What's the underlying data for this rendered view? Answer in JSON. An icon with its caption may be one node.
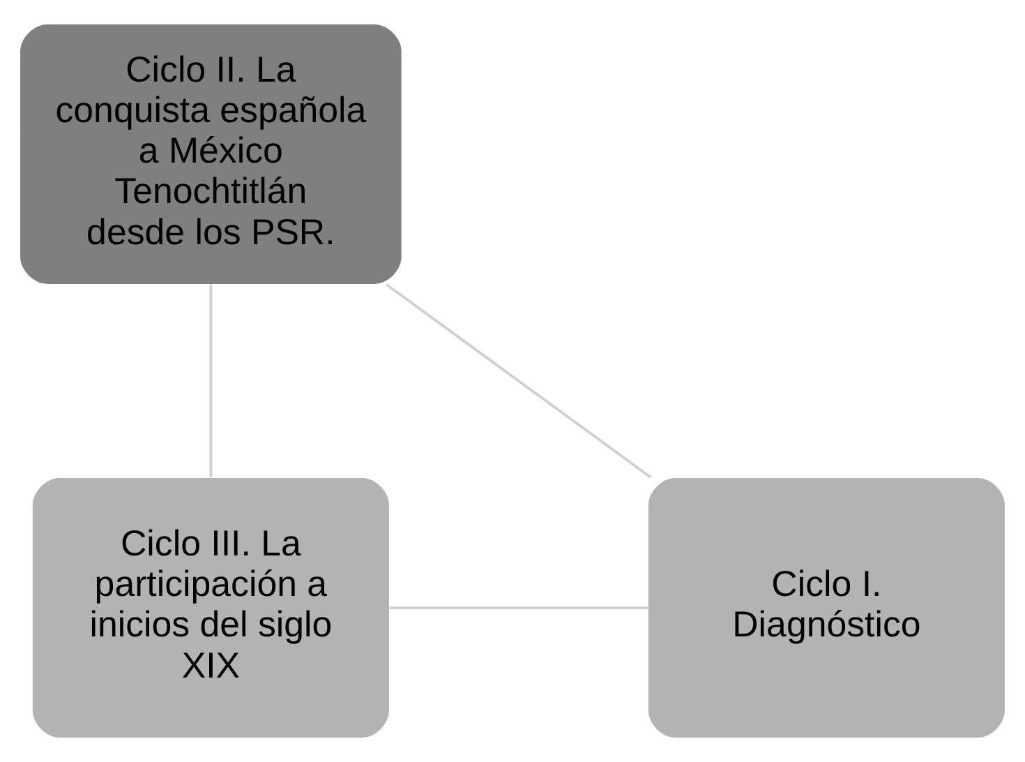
{
  "diagram": {
    "nodes": [
      {
        "text": [
          "Ciclo II. La conquista española a México Tenochtitlán  desde los PSR."
        ]
      },
      {
        "text": [
          "Ciclo I. Diagnóstico"
        ]
      },
      {
        "text": [
          "Ciclo III. La participación a inicios del siglo XIX"
        ]
      }
    ],
    "edges": [
      {
        "from": 1,
        "to": 0,
        "arrow": "none"
      },
      {
        "from": 0,
        "to": 2,
        "arrow": "none"
      },
      {
        "from": 2,
        "to": 1,
        "arrow": "none"
      }
    ]
  }
}
